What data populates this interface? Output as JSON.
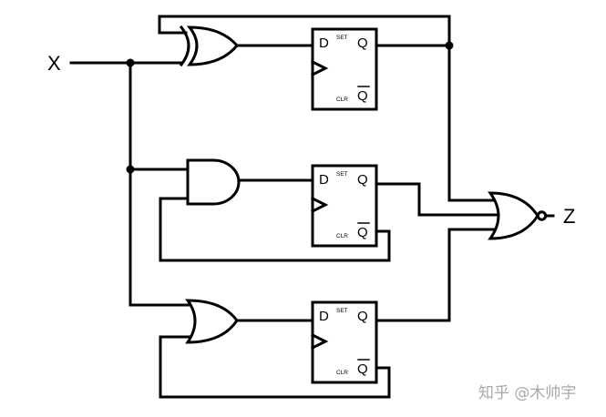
{
  "diagram": {
    "input_label": "X",
    "output_label": "Z",
    "flip_flops": [
      {
        "d": "D",
        "q": "Q",
        "qbar": "Q",
        "set": "SET",
        "clr": "CLR"
      },
      {
        "d": "D",
        "q": "Q",
        "qbar": "Q",
        "set": "SET",
        "clr": "CLR"
      },
      {
        "d": "D",
        "q": "Q",
        "qbar": "Q",
        "set": "SET",
        "clr": "CLR"
      }
    ],
    "gates": [
      "xor",
      "and",
      "or",
      "nor"
    ]
  },
  "watermark": "知乎 @木帅宇"
}
